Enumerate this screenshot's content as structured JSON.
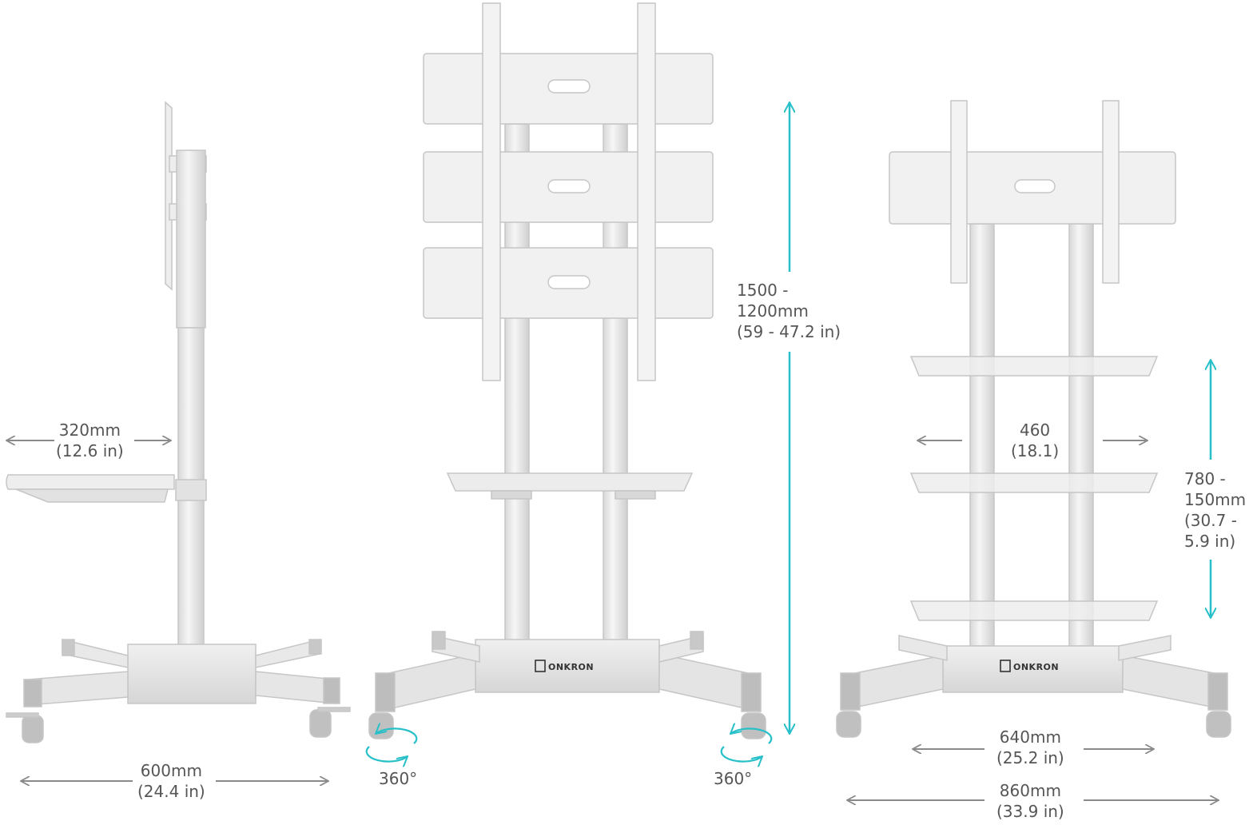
{
  "colors": {
    "accent": "#27c0c9",
    "dimension": "#8a8a8a",
    "text": "#555555",
    "metal": "#e4e4e4",
    "metal_edge": "#c4c4c4"
  },
  "brand": "ONKRON",
  "side_view": {
    "shelf_depth": [
      "320mm",
      "(12.6 in)"
    ],
    "base_depth": [
      "600mm",
      "(24.4 in)"
    ]
  },
  "front_view": {
    "height_range": [
      "1500 -",
      "1200mm",
      "(59 - 47.2 in)"
    ],
    "rotation_left": "360°",
    "rotation_right": "360°"
  },
  "rear_view": {
    "shelf_width": [
      "460",
      "(18.1)"
    ],
    "shelf_height_range": [
      "780 -",
      "150mm",
      "(30.7 -",
      "5.9 in)"
    ],
    "wheel_width": [
      "640mm",
      "(25.2 in)"
    ],
    "base_width": [
      "860mm",
      "(33.9 in)"
    ]
  },
  "icons": [
    "dimension-arrow-icon",
    "rotation-arrow-icon",
    "brand-logo-icon"
  ]
}
